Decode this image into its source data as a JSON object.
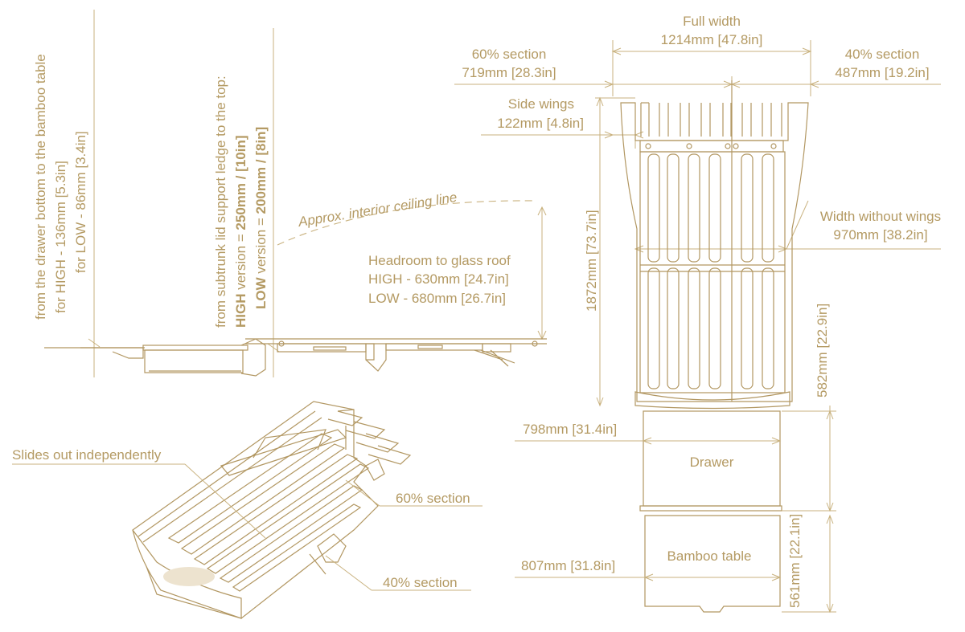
{
  "colors": {
    "line": "#b29762",
    "text": "#b49a63",
    "background": "#ffffff"
  },
  "side_view": {
    "drawer_note": {
      "line1": "from the drawer bottom to the bamboo table",
      "line2": "for HIGH - 136mm [5.3in]",
      "line3": "for LOW - 86mm [3.4in]"
    },
    "subtrunk_note": {
      "line1": "from subtrunk lid support ledge to the top:",
      "high_prefix": "HIGH",
      "high_text": " version = ",
      "high_value": "250mm / [10in]",
      "low_prefix": "LOW",
      "low_text": "  version = ",
      "low_value": "200mm / [8in]"
    },
    "ceiling_label": "Approx. interior ceiling line",
    "headroom": {
      "line1": "Headroom to glass roof",
      "line2": "HIGH - 630mm [24.7in]",
      "line3": "LOW - 680mm [26.7in]"
    }
  },
  "top_view": {
    "full_width": {
      "title": "Full width",
      "value": "1214mm [47.8in]"
    },
    "section_60": {
      "title": "60% section",
      "value": "719mm [28.3in]"
    },
    "section_40": {
      "title": "40% section",
      "value": "487mm [19.2in]"
    },
    "side_wings": {
      "title": "Side wings",
      "value": "122mm [4.8in]"
    },
    "width_without_wings": {
      "title": "Width without wings",
      "value": "970mm [38.2in]"
    },
    "length": "1872mm [73.7in]",
    "drawer_depth": "582mm [22.9in]",
    "drawer_width": "798mm [31.4in]",
    "drawer_label": "Drawer",
    "table_label": "Bamboo table",
    "table_width": "807mm [31.8in]",
    "table_depth": "561mm [22.1in]"
  },
  "iso_view": {
    "slides_label": "Slides out independently",
    "section_60_label": "60% section",
    "section_40_label": "40% section"
  }
}
